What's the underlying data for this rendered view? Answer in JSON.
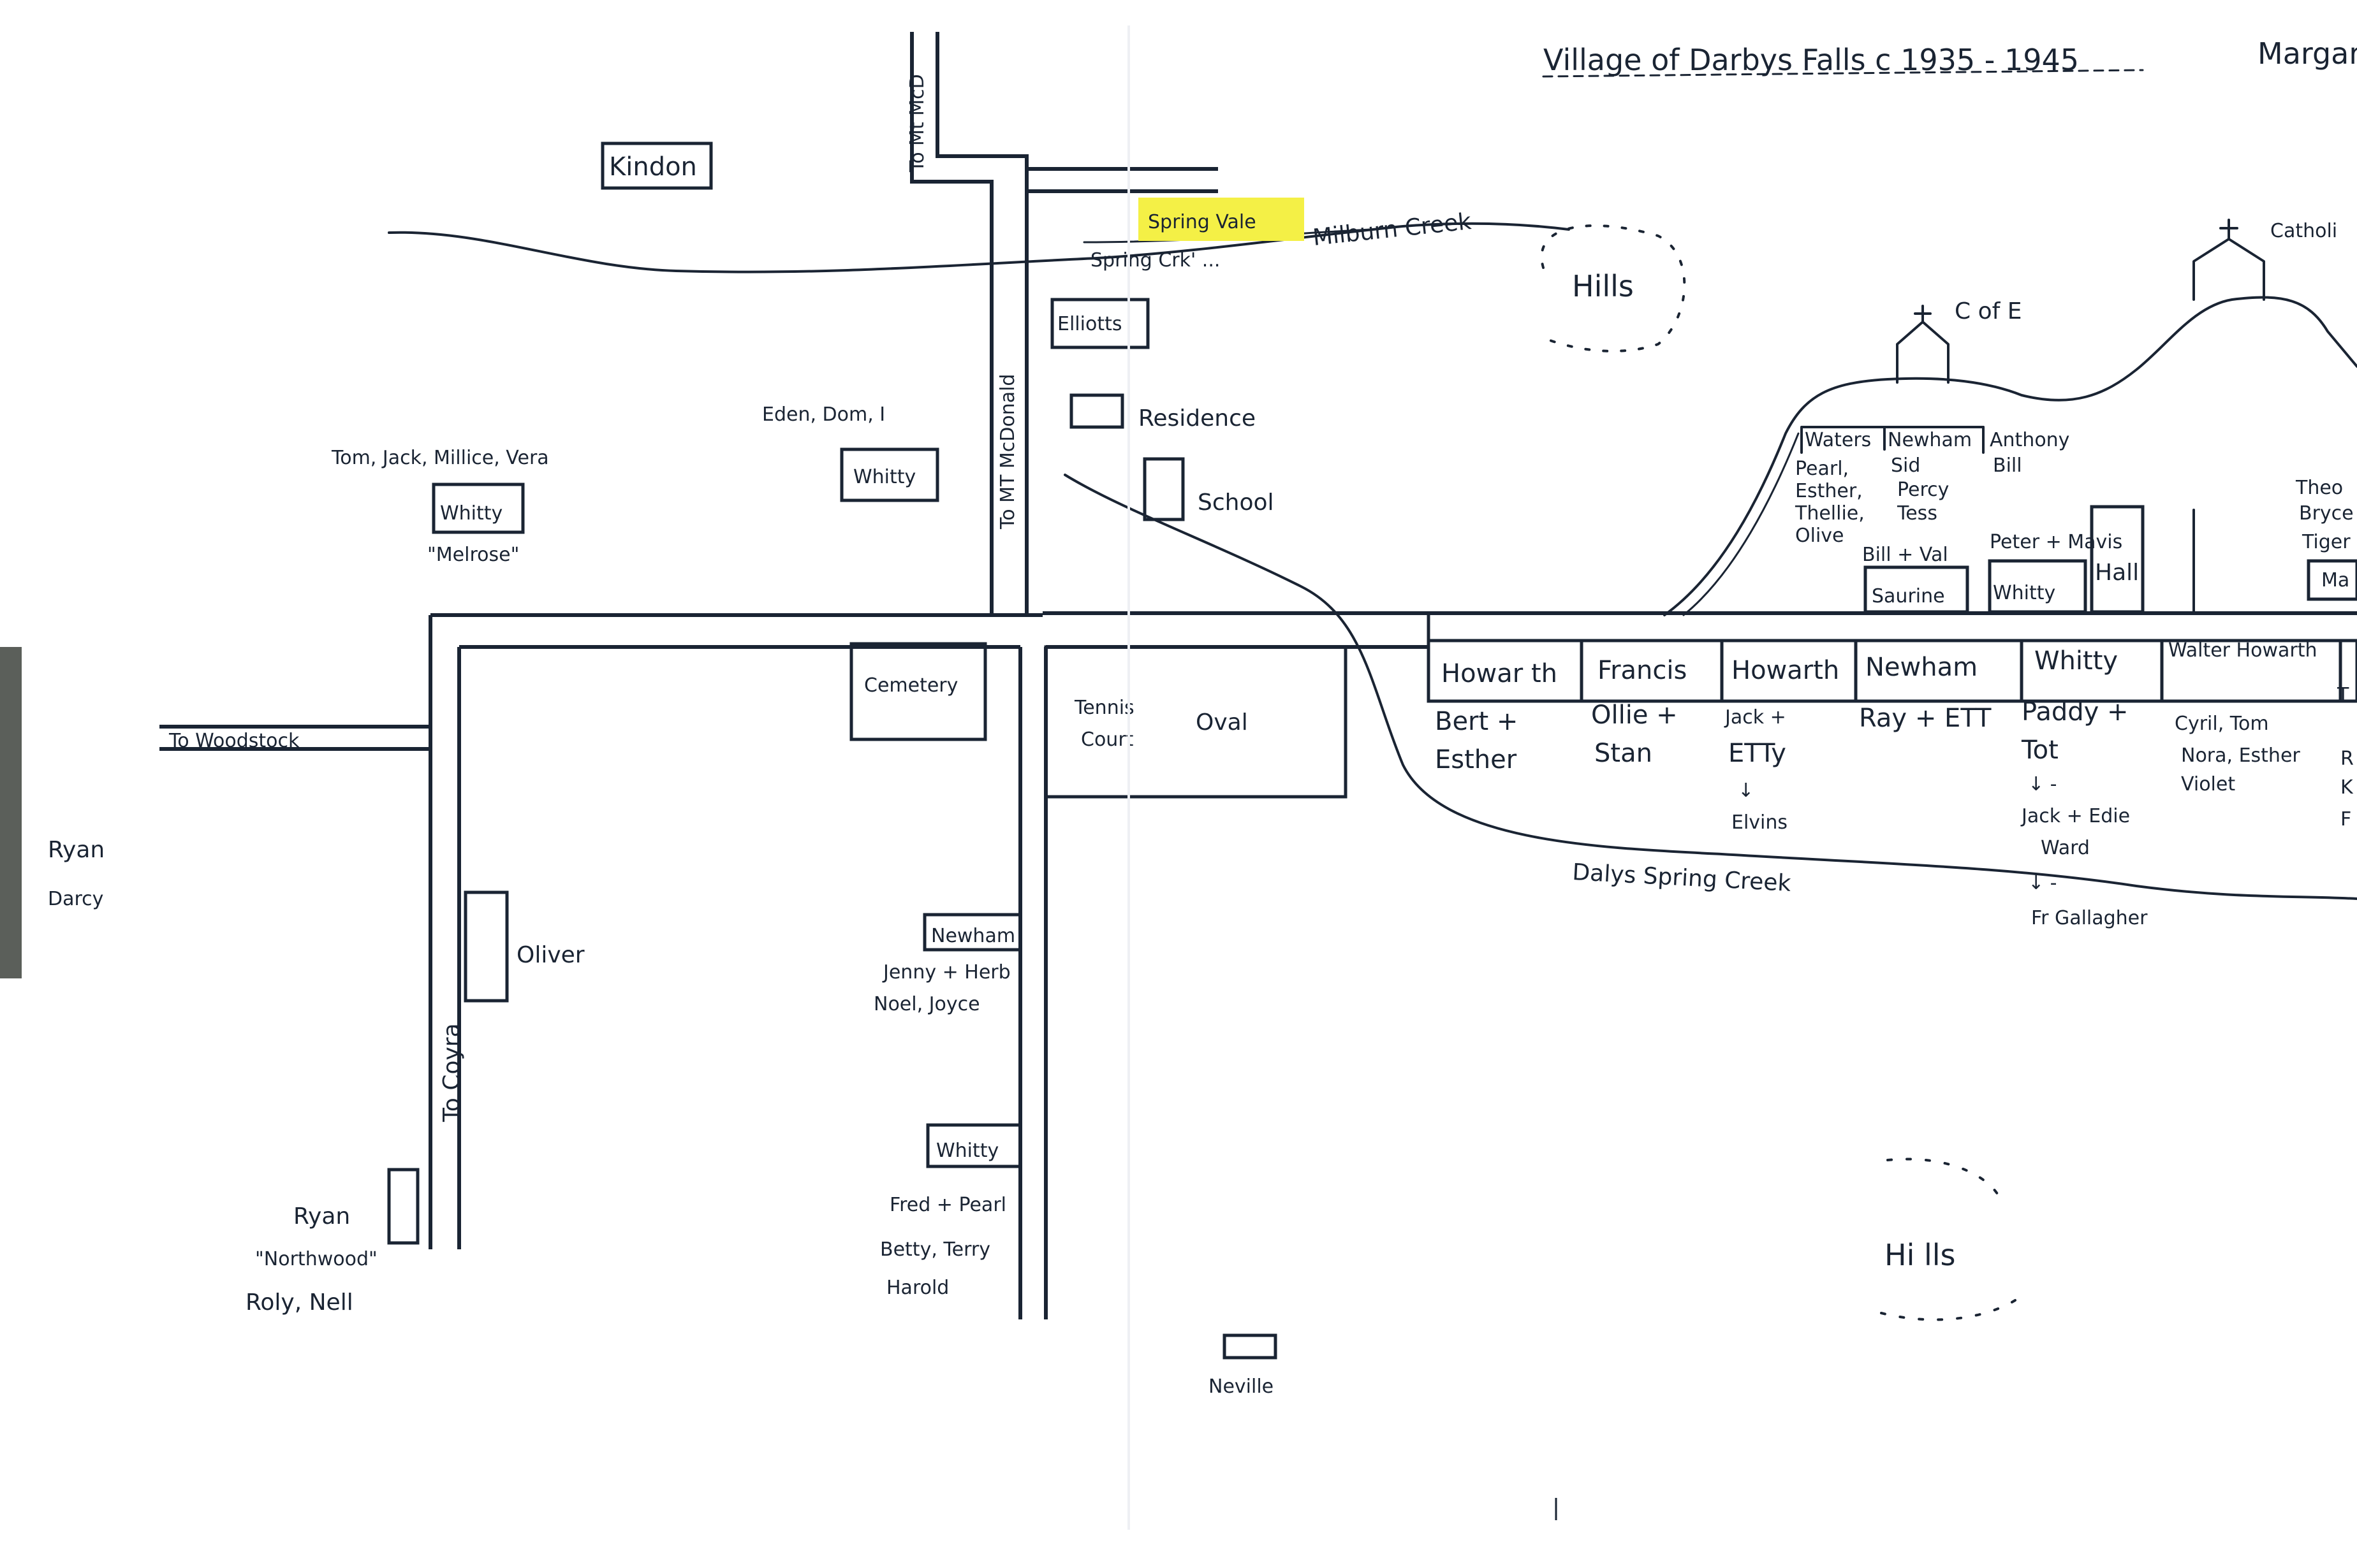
{
  "title": "Village of Darbys Falls  c 1935 - 1945",
  "corner_label": "Margar",
  "highlight_color": "#f4f046",
  "ink_color": "#1a2433",
  "creeks": {
    "milburn": "Milburn Creek",
    "spring_crk": "Spring Crk' ...",
    "dalys": "Dalys Spring Creek"
  },
  "hills": [
    "Hills",
    "Hi lls"
  ],
  "roads": {
    "to_woodstock": "To Woodstock",
    "to_coyra": "To Coyra",
    "to_mt_mcdonald": "To MT McDonald",
    "to_mt_top": "To Mt McD"
  },
  "places": {
    "kindon": "Kindon",
    "spring_vale": "Spring Vale",
    "elliotts": "Elliotts",
    "residence": "Residence",
    "school": "School",
    "cemetery": "Cemetery",
    "tennis_court": [
      "Tennis",
      "Court"
    ],
    "oval": "Oval",
    "hall": "Hall",
    "c_of_e": "C of E",
    "catholic": "Catholi",
    "oliver": "Oliver",
    "neville": "Neville"
  },
  "families": {
    "whitty_melrose": {
      "name": "Whitty",
      "members": "Tom, Jack, Millice, Vera",
      "home": "\"Melrose\""
    },
    "whitty_eden": {
      "name": "Whitty",
      "members": "Eden, Dom, I"
    },
    "ryan_darcy": [
      "Ryan",
      "Darcy"
    ],
    "ryan_northwood": {
      "name": "Ryan",
      "home": "\"Northwood\"",
      "members": "Roly, Nell"
    },
    "newham_west": {
      "name": "Newham",
      "members": [
        "Jenny + Herb",
        "Noel, Joyce"
      ]
    },
    "whitty_west": {
      "name": "Whitty",
      "members": [
        "Fred + Pearl",
        "Betty, Terry",
        "Harold"
      ]
    },
    "upper_row": [
      {
        "name": "Waters",
        "members": [
          "Pearl,",
          "Esther,",
          "Thellie,",
          "Olive"
        ]
      },
      {
        "name": "Newham",
        "members": [
          "Sid",
          "Percy",
          "Tess"
        ]
      },
      {
        "name": "Anthony",
        "members": [
          "Bill"
        ]
      }
    ],
    "bill_val": {
      "label": "Bill + Val",
      "name": "Saurine"
    },
    "peter_mavis": {
      "label": "Peter + Mavis",
      "name": "Whitty"
    },
    "lower_row": [
      {
        "name": "Howar th",
        "members": [
          "Bert +",
          "Esther"
        ]
      },
      {
        "name": "Francis",
        "members": [
          "Ollie +",
          "Stan"
        ]
      },
      {
        "name": "Howarth",
        "members": [
          "Jack +",
          "ETTy",
          "↓",
          "Elvins"
        ]
      },
      {
        "name": "Newham",
        "members": [
          "Ray + ETT"
        ]
      },
      {
        "name": "Whitty",
        "members": [
          "Paddy +",
          "Tot",
          "↓ -",
          "Jack + Edie",
          "Ward",
          "↓ -",
          "Fr Gallagher"
        ]
      },
      {
        "name": "Walter Howarth",
        "members": [
          "Cyril, Tom",
          "Nora, Esther",
          "Violet"
        ]
      }
    ],
    "edge_right": [
      "Theo",
      "Bryce",
      "Tiger",
      "Ma",
      "T",
      "R",
      "K",
      "F"
    ]
  }
}
